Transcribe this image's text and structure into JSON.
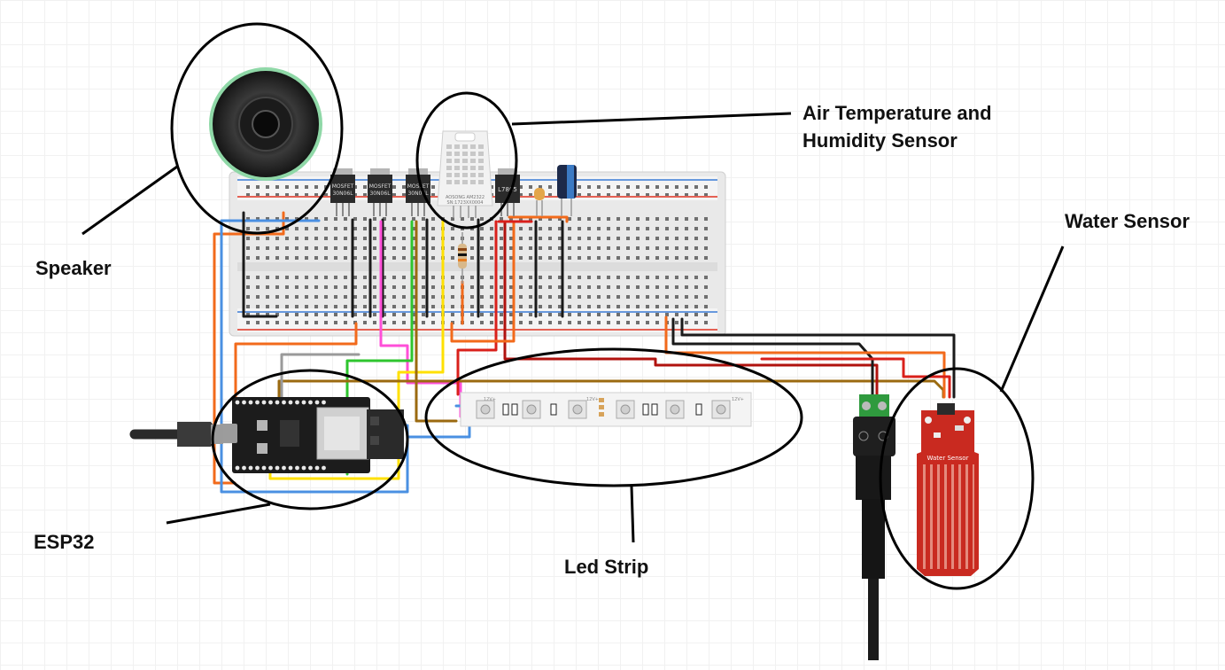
{
  "labels": {
    "speaker": "Speaker",
    "air_sensor_line1": "Air Temperature and",
    "air_sensor_line2": "Humidity Sensor",
    "water_sensor": "Water Sensor",
    "esp32": "ESP32",
    "led_strip": "Led Strip"
  },
  "parts": {
    "mosfet_1": [
      "MOSFET",
      "30N06L"
    ],
    "mosfet_2": [
      "MOSFET",
      "30N06L"
    ],
    "mosfet_3": [
      "MOSFET",
      "30N06L"
    ],
    "regulator": "L7805",
    "dht_text": [
      "AOSONG AM2322",
      "SN:1723XX0004"
    ],
    "water_sensor_text": "Water Sensor",
    "strip_marks": [
      "12V+",
      "12V+",
      "12V+"
    ]
  },
  "colors": {
    "breadboard": "#ececec",
    "rail_red": "#e0301e",
    "rail_blue": "#3a7bd5",
    "wire_orange": "#f26a1b",
    "wire_blue": "#4a90e2",
    "wire_black": "#1a1a1a",
    "wire_pink": "#ff4fd8",
    "wire_green": "#2ec52e",
    "wire_yellow": "#ffe000",
    "wire_red": "#d9201b",
    "wire_brown": "#9b6a10",
    "wire_gray": "#9a9a9a",
    "wire_dark_red": "#b0120e",
    "sensor_red": "#c92a20",
    "led_strip_bg": "#f4f4f4",
    "outline": "#000000"
  }
}
